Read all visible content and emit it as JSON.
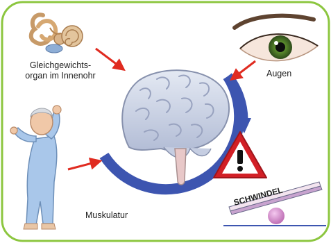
{
  "labels": {
    "inner_ear_line1": "Gleichgewichts-",
    "inner_ear_line2": "organ im Innenohr",
    "eyes": "Augen",
    "muscles": "Muskulatur",
    "dizziness": "SCHWINDEL"
  },
  "colors": {
    "frame": "#8cc63f",
    "circle_arrow": "#3d55b0",
    "red_arrows": "#e02b20",
    "brain": "#c9d2e6",
    "warning_red": "#d21f26",
    "seesaw_ball": "#d898d2",
    "clothing": "#a9c7ea"
  },
  "icons": {
    "inner_ear": "inner-ear-icon",
    "eye": "eye-icon",
    "brain": "brain-icon",
    "person": "dizzy-person-icon",
    "warning": "warning-triangle-icon",
    "seesaw": "seesaw-icon"
  }
}
